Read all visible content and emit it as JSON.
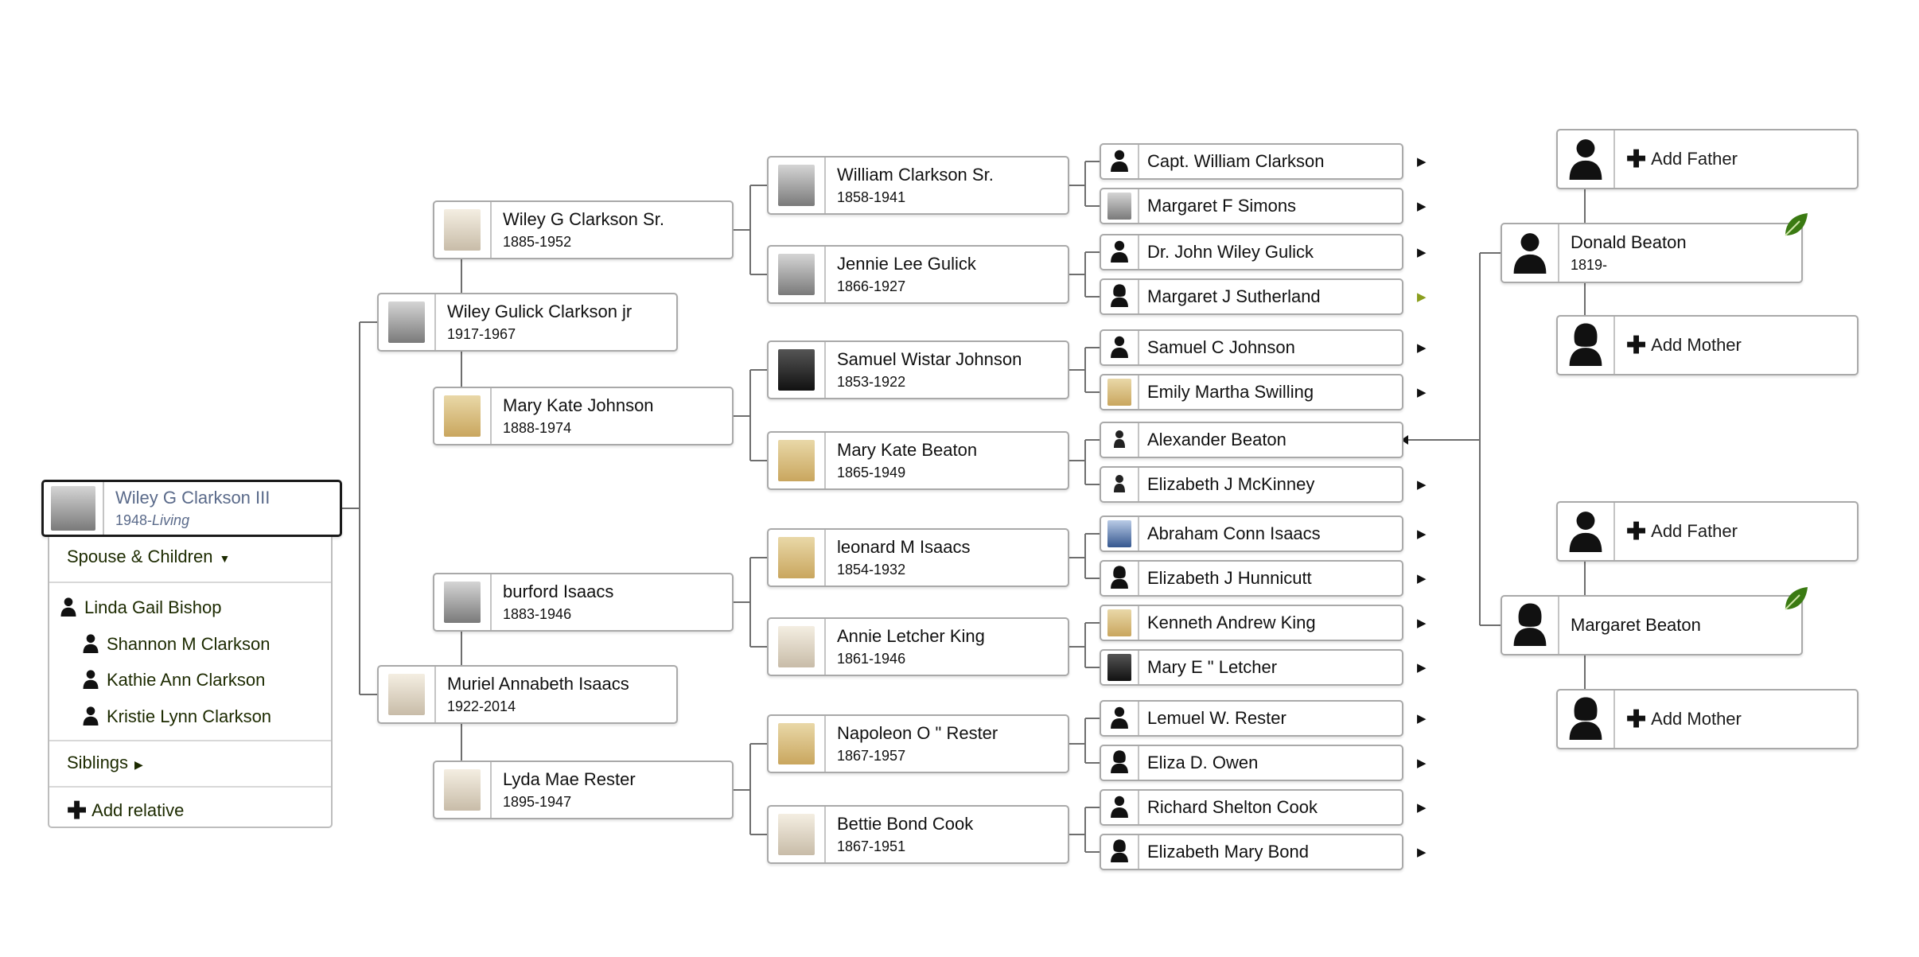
{
  "root": {
    "name": "Wiley G Clarkson III",
    "birth": "1948-",
    "status": "Living"
  },
  "menu": {
    "spouse_children_label": "Spouse & Children",
    "spouse": "Linda Gail Bishop",
    "children": [
      "Shannon M Clarkson",
      "Kathie Ann Clarkson",
      "Kristie Lynn Clarkson"
    ],
    "siblings_label": "Siblings",
    "add_relative_label": "Add relative"
  },
  "parents": [
    {
      "name": "Wiley Gulick Clarkson jr",
      "dates": "1917-1967",
      "photo": "gray"
    },
    {
      "name": "Muriel Annabeth Isaacs",
      "dates": "1922-2014",
      "photo": "light"
    }
  ],
  "grandparents": [
    {
      "name": "Wiley G Clarkson Sr.",
      "dates": "1885-1952",
      "photo": "light"
    },
    {
      "name": "Mary Kate Johnson",
      "dates": "1888-1974",
      "photo": "sepia"
    },
    {
      "name": "burford Isaacs",
      "dates": "1883-1946",
      "photo": "gray"
    },
    {
      "name": "Lyda Mae Rester",
      "dates": "1895-1947",
      "photo": "light"
    }
  ],
  "great_grandparents": [
    {
      "name": "William Clarkson Sr.",
      "dates": "1858-1941",
      "photo": "gray"
    },
    {
      "name": "Jennie Lee Gulick",
      "dates": "1866-1927",
      "photo": "gray"
    },
    {
      "name": "Samuel Wistar Johnson",
      "dates": "1853-1922",
      "photo": "dark"
    },
    {
      "name": "Mary Kate Beaton",
      "dates": "1865-1949",
      "photo": "sepia"
    },
    {
      "name": "leonard M Isaacs",
      "dates": "1854-1932",
      "photo": "sepia"
    },
    {
      "name": "Annie Letcher King",
      "dates": "1861-1946",
      "photo": "light"
    },
    {
      "name": "Napoleon O \" Rester",
      "dates": "1867-1957",
      "photo": "sepia"
    },
    {
      "name": "Bettie Bond Cook",
      "dates": "1867-1951",
      "photo": "light"
    }
  ],
  "gg_grandparents": [
    {
      "name": "Capt. William Clarkson",
      "photo": "silhouette",
      "arrow": "black"
    },
    {
      "name": "Margaret F Simons",
      "photo": "gray",
      "arrow": "black"
    },
    {
      "name": "Dr. John Wiley Gulick",
      "photo": "silhouette",
      "arrow": "black"
    },
    {
      "name": "Margaret J Sutherland",
      "photo": "silhouette-female",
      "arrow": "green"
    },
    {
      "name": "Samuel C Johnson",
      "photo": "silhouette",
      "arrow": "black"
    },
    {
      "name": "Emily Martha Swilling",
      "photo": "sepia",
      "arrow": "black"
    },
    {
      "name": "Alexander Beaton",
      "photo": "small-figure",
      "arrow": "none"
    },
    {
      "name": "Elizabeth J McKinney",
      "photo": "small-figure",
      "arrow": "black"
    },
    {
      "name": "Abraham Conn Isaacs",
      "photo": "blue",
      "arrow": "black"
    },
    {
      "name": "Elizabeth J Hunnicutt",
      "photo": "silhouette-female",
      "arrow": "black"
    },
    {
      "name": "Kenneth Andrew King",
      "photo": "sepia",
      "arrow": "black"
    },
    {
      "name": "Mary E \" Letcher",
      "photo": "dark",
      "arrow": "black"
    },
    {
      "name": "Lemuel W. Rester",
      "photo": "silhouette",
      "arrow": "black"
    },
    {
      "name": "Eliza D. Owen",
      "photo": "silhouette-female",
      "arrow": "black"
    },
    {
      "name": "Richard Shelton Cook",
      "photo": "silhouette",
      "arrow": "black"
    },
    {
      "name": "Elizabeth Mary Bond",
      "photo": "silhouette-female",
      "arrow": "black"
    }
  ],
  "beaton_parents": [
    {
      "name": "Donald Beaton",
      "dates": "1819-",
      "add_father": "Add Father",
      "add_mother": "Add Mother"
    },
    {
      "name": "Margaret Beaton",
      "dates": "",
      "add_father": "Add Father",
      "add_mother": "Add Mother"
    }
  ],
  "colors": {
    "card_border": "#a9a9a9",
    "line": "#6e6e6e",
    "menu_text": "#1c2a00",
    "leaf_green": "#3a7a12",
    "arrow_green": "#8a9e1e"
  }
}
